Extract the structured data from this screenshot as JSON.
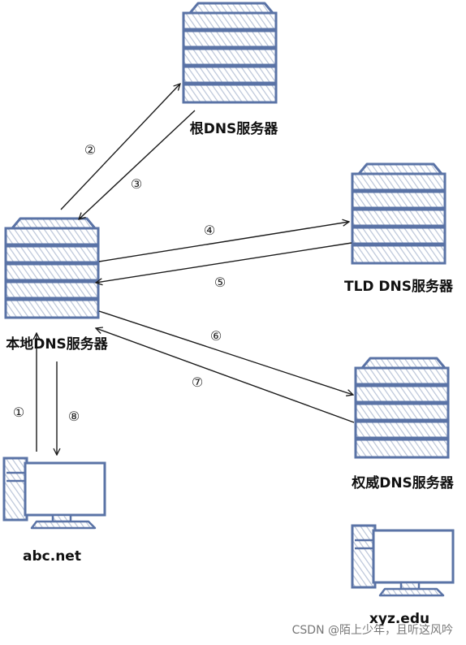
{
  "colors": {
    "server_stroke": "#5a73a6",
    "hatch": "#b9c4d8",
    "arrow": "#1a1a1a",
    "text": "#111111"
  },
  "nodes": {
    "root": {
      "label": "根DNS服务器",
      "icon": "server-icon"
    },
    "tld": {
      "label": "TLD DNS服务器",
      "icon": "server-icon"
    },
    "local": {
      "label": "本地DNS服务器",
      "icon": "server-icon"
    },
    "auth": {
      "label": "权威DNS服务器",
      "icon": "server-icon"
    },
    "client": {
      "label": "abc.net",
      "icon": "computer-icon"
    },
    "target": {
      "label": "xyz.edu",
      "icon": "computer-icon"
    }
  },
  "steps": [
    "①",
    "②",
    "③",
    "④",
    "⑤",
    "⑥",
    "⑦",
    "⑧"
  ],
  "watermark": "CSDN @陌上少年，且听这风吟"
}
